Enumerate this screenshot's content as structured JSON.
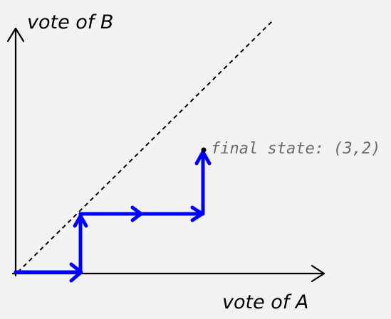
{
  "diagram": {
    "y_axis_label": "vote of B",
    "x_axis_label": "vote of A",
    "final_state_label": "final state: (3,2)",
    "path_steps": [
      "A",
      "B",
      "A",
      "A",
      "B"
    ],
    "final_state": [
      3,
      2
    ],
    "colors": {
      "background": "#f2f2f2",
      "axis": "#000000",
      "path": "#0000ff",
      "diagonal": "#000000",
      "annotation": "#6a6a6a"
    }
  }
}
